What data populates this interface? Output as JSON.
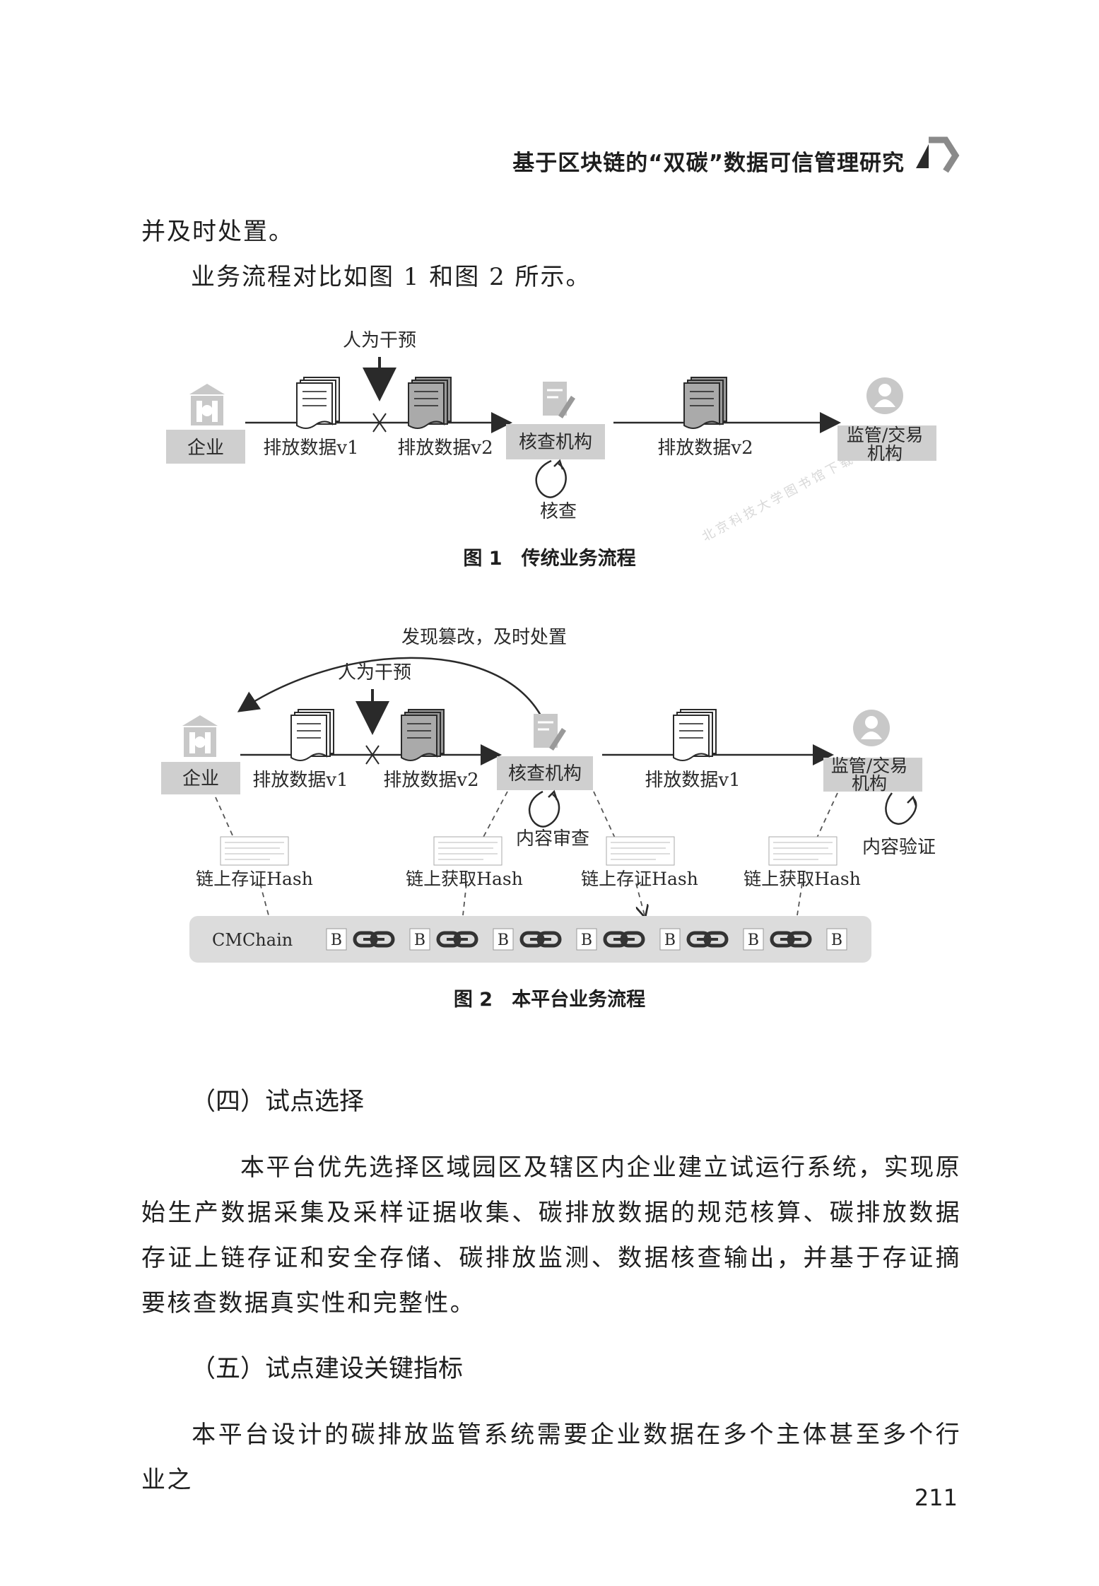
{
  "header": {
    "running_title": "基于区块链的“双碳”数据可信管理研究"
  },
  "intro": {
    "line1": "并及时处置。",
    "line2": "业务流程对比如图 1 和图 2 所示。"
  },
  "figure1": {
    "caption": "图 1　传统业务流程",
    "intervention_label": "人为干预",
    "enterprise": "企业",
    "data_v1": "排放数据v1",
    "data_v2_a": "排放数据v2",
    "verifier": "核查机构",
    "verify_loop": "核查",
    "data_v2_b": "排放数据v2",
    "regulator_line1": "监管/交易",
    "regulator_line2": "机构"
  },
  "figure2": {
    "caption": "图 2　本平台业务流程",
    "feedback_label": "发现篡改，及时处置",
    "intervention_label": "人为干预",
    "enterprise": "企业",
    "data_v1": "排放数据v1",
    "data_v2": "排放数据v2",
    "verifier": "核查机构",
    "content_review": "内容审查",
    "data_v1_b": "排放数据v1",
    "regulator_line1": "监管/交易",
    "regulator_line2": "机构",
    "content_verify": "内容验证",
    "chain_store_1": "链上存证Hash",
    "chain_get_1": "链上获取Hash",
    "chain_store_2": "链上存证Hash",
    "chain_get_2": "链上获取Hash",
    "chain_name": "CMChain",
    "block_label": "B"
  },
  "section4": {
    "heading": "（四）试点选择",
    "paragraph": "本平台优先选择区域园区及辖区内企业建立试运行系统，实现原始生产数据采集及采样证据收集、碳排放数据的规范核算、碳排放数据存证上链存证和安全存储、碳排放监测、数据核查输出，并基于存证摘要核查数据真实性和完整性。"
  },
  "section5": {
    "heading": "（五）试点建设关键指标",
    "paragraph": "本平台设计的碳排放监管系统需要企业数据在多个主体甚至多个行业之"
  },
  "page_number": "211",
  "watermark": "北京科技大学图书馆下载"
}
